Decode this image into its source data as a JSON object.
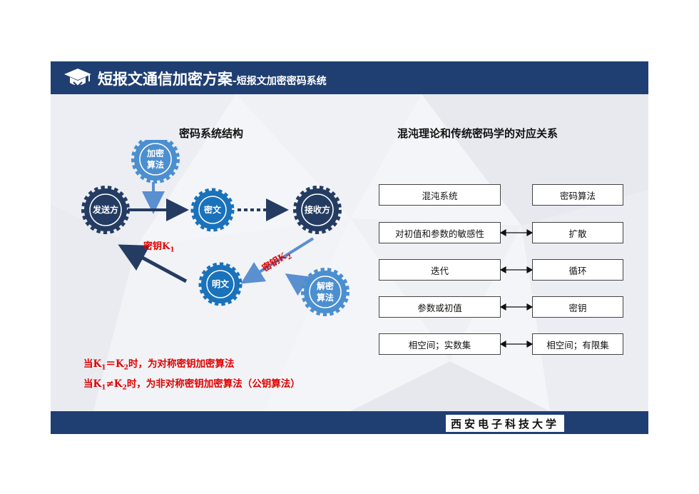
{
  "header": {
    "title": "短报文通信加密方案",
    "subtitle": "-短报文加密密码系统"
  },
  "left_section": {
    "title": "密码系统结构",
    "nodes": {
      "encrypt_algo": [
        "加密",
        "算法"
      ],
      "sender": "发送方",
      "ciphertext": "密文",
      "receiver": "接收方",
      "plaintext": "明文",
      "decrypt_algo": [
        "解密",
        "算法"
      ]
    },
    "key1": {
      "text": "密钥K",
      "sub": "1"
    },
    "key2": {
      "text": "密钥K",
      "sub": "2"
    },
    "notes": [
      {
        "p1": "当K",
        "s1": "1",
        "op": "＝K",
        "s2": "2",
        "rest": "时，为对称密钥加密算法"
      },
      {
        "p1": "当K",
        "s1": "1",
        "op": "≠K",
        "s2": "2",
        "rest": "时，为非对称密钥加密算法（公钥算法）"
      }
    ]
  },
  "right_section": {
    "title": "混沌理论和传统密码学的对应关系",
    "header_row": {
      "left": "混沌系统",
      "right": "密码算法"
    },
    "rows": [
      {
        "left": "对初值和参数的敏感性",
        "right": "扩散"
      },
      {
        "left": "迭代",
        "right": "循环"
      },
      {
        "left": "参数或初值",
        "right": "密钥"
      },
      {
        "left": "相空间；实数集",
        "right": "相空间；有限集"
      }
    ]
  },
  "footer": {
    "university": "西安电子科技大学"
  },
  "colors": {
    "navy": "#1f3f72",
    "dark_gear": "#243c62",
    "blue_gear": "#1a72bb",
    "light_gear": "#4b8fd0",
    "red": "#e00000"
  }
}
